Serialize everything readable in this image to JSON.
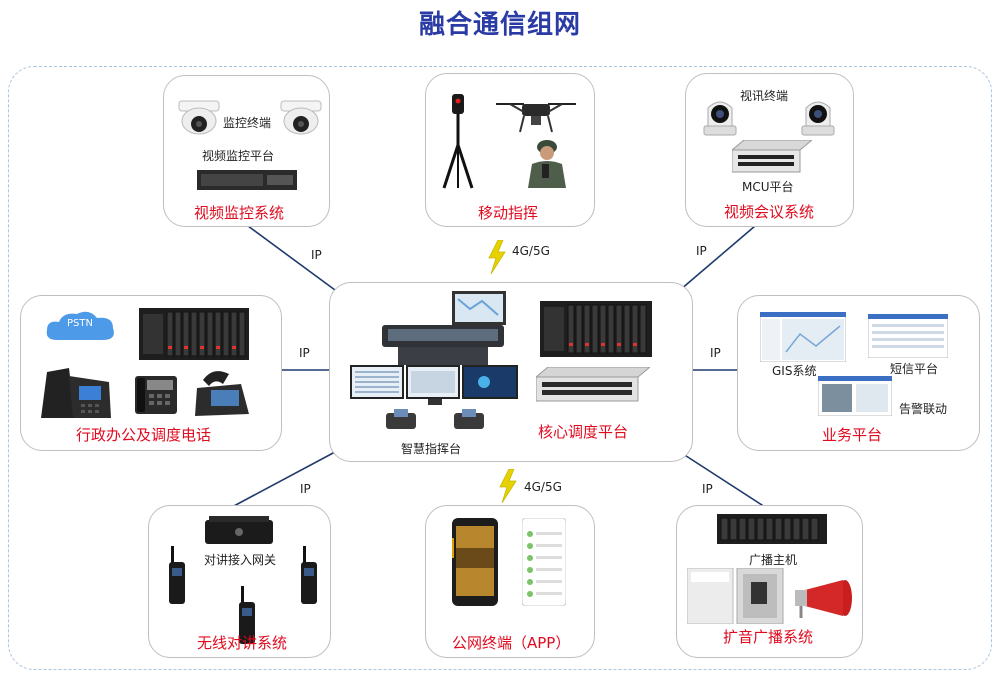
{
  "title": "融合通信组网",
  "center": {
    "console_label": "智慧指挥台",
    "core_label": "核心调度平台"
  },
  "nodes": {
    "video_monitor": {
      "label": "视频监控系统",
      "sub1": "监控终端",
      "sub2": "视频监控平台"
    },
    "mobile": {
      "label": "移动指挥"
    },
    "video_conf": {
      "label": "视频会议系统",
      "sub1": "视讯终端",
      "sub2": "MCU平台"
    },
    "phone": {
      "label": "行政办公及调度电话",
      "cloud": "PSTN"
    },
    "business": {
      "label": "业务平台",
      "sub1": "GIS系统",
      "sub2": "短信平台",
      "sub3": "告警联动"
    },
    "radio": {
      "label": "无线对讲系统",
      "sub1": "对讲接入网关"
    },
    "app": {
      "label": "公网终端（APP）"
    },
    "broadcast": {
      "label": "扩音广播系统",
      "sub1": "广播主机"
    }
  },
  "links": {
    "ip": "IP",
    "net": "4G/5G"
  },
  "colors": {
    "title": "#2b3ba5",
    "label": "#e00b1f",
    "line": "#1f3a6b",
    "bolt": "#e6d200"
  }
}
